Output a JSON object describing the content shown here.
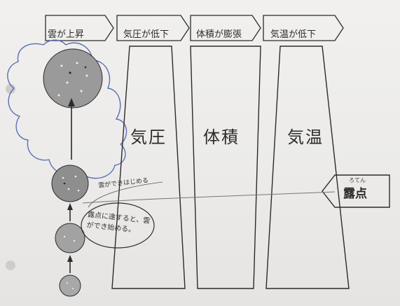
{
  "header": {
    "step1": "雲が上昇",
    "step2": "気圧が低下",
    "step3": "体積が膨張",
    "step4": "気温が低下"
  },
  "columns": {
    "pressure": "気圧",
    "volume": "体積",
    "temperature": "気温"
  },
  "dew_point": {
    "label": "露点",
    "reading": "ろてん"
  },
  "notes": {
    "cloud_forming": "雲ができはじめる",
    "reaching_dew_point": "露点に達すると、雲ができ始める。"
  },
  "colors": {
    "ink": "#2b2b2b",
    "cloud_outline": "#5a6fb8",
    "particle_fill": "#8c8c8c",
    "paper": "#eeedeb"
  }
}
